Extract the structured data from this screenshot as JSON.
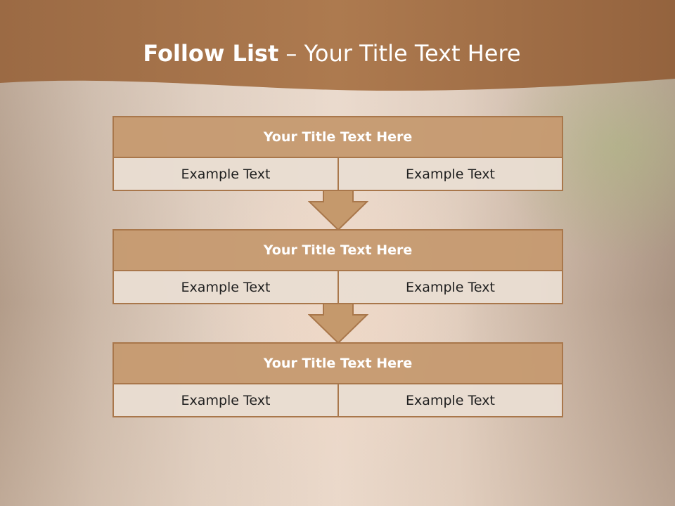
{
  "slide": {
    "title_bold": "Follow List",
    "title_rest": " – Your Title Text Here"
  },
  "steps": [
    {
      "title": "Your Title Text Here",
      "left": "Example Text",
      "right": "Example Text"
    },
    {
      "title": "Your Title Text Here",
      "left": "Example Text",
      "right": "Example Text"
    },
    {
      "title": "Your Title Text Here",
      "left": "Example Text",
      "right": "Example Text"
    }
  ],
  "colors": {
    "header": "#a8744a",
    "box_title": "#c69a70",
    "box_border": "#a9774b",
    "cell": "#e9ddd2",
    "arrow": "#c5996c"
  }
}
